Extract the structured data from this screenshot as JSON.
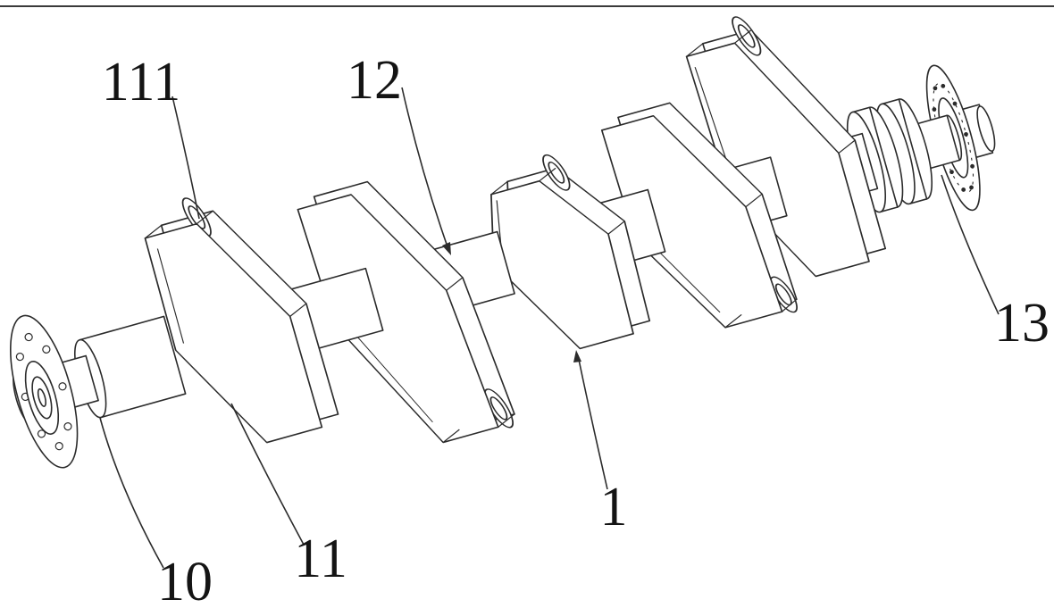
{
  "figure": {
    "type": "patent-line-drawing",
    "description": "Isometric line drawing of an engine crankshaft with counterweight webs, journals and end flanges, annotated with numbered part labels",
    "background": "#ffffff",
    "line_color": "#2b2b2b",
    "labels": [
      {
        "id": "111",
        "text": "111",
        "target": "first-crankpin-ring"
      },
      {
        "id": "12",
        "text": "12",
        "target": "main-journal"
      },
      {
        "id": "13",
        "text": "13",
        "target": "rear-flange-neck"
      },
      {
        "id": "1",
        "text": "1",
        "target": "center-web"
      },
      {
        "id": "11",
        "text": "11",
        "target": "front-web"
      },
      {
        "id": "10",
        "text": "10",
        "target": "front-journal"
      }
    ]
  }
}
